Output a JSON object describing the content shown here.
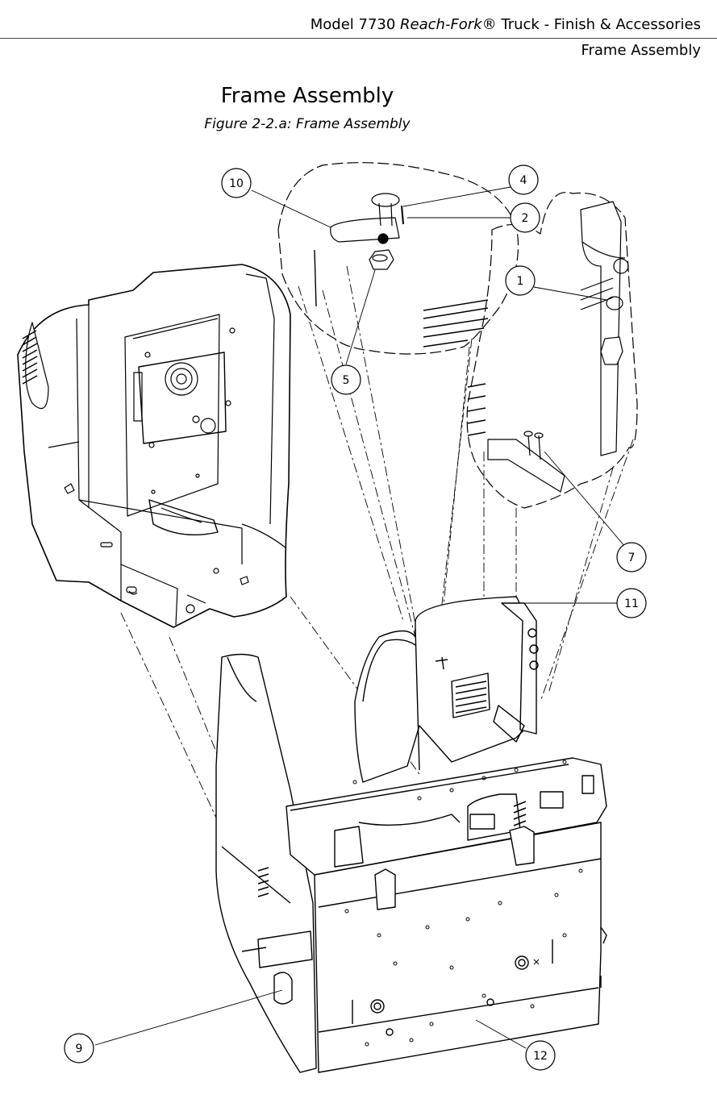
{
  "header": {
    "line1_prefix": "Model 7730 ",
    "line1_italic": "Reach-Fork",
    "line1_suffix": "® Truck - Finish & Accessories",
    "line2": "Frame Assembly"
  },
  "title": "Frame Assembly",
  "caption": "Figure 2-2.a: Frame Assembly",
  "callouts": {
    "c1": "1",
    "c2": "2",
    "c4": "4",
    "c5": "5",
    "c7": "7",
    "c9": "9",
    "c10": "10",
    "c11": "11",
    "c12": "12"
  }
}
